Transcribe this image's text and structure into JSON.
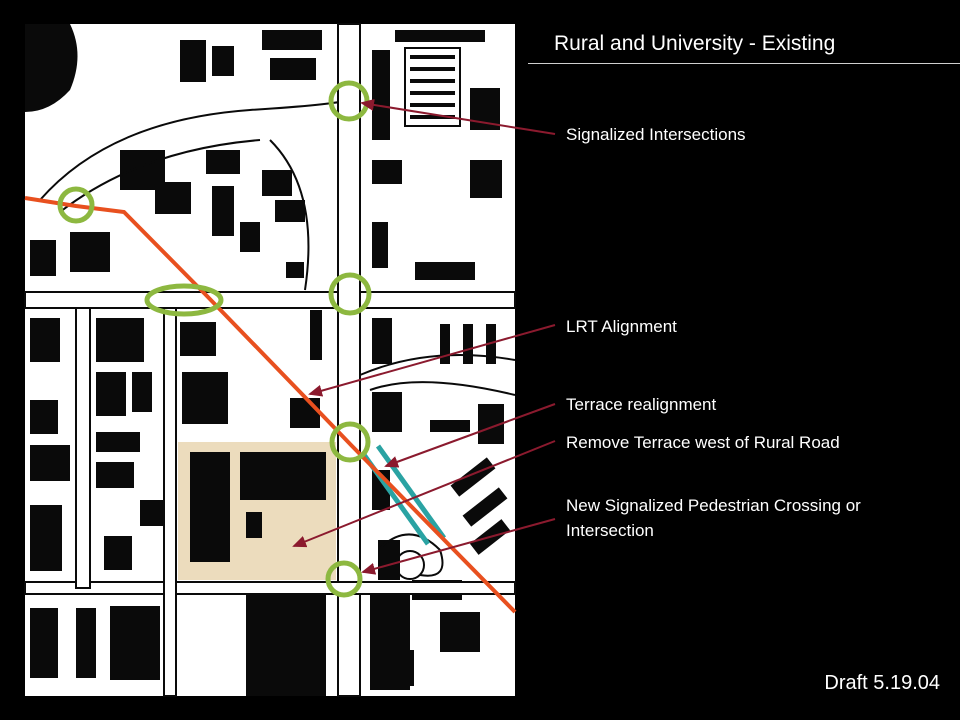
{
  "title": "Rural and University - Existing",
  "draft": "Draft 5.19.04",
  "labels": {
    "signalized_intersections": "Signalized Intersections",
    "lrt_alignment": "LRT Alignment",
    "terrace_realignment": "Terrace realignment",
    "remove_terrace": "Remove Terrace west of Rural Road",
    "new_crossing": "New Signalized Pedestrian Crossing or Intersection"
  },
  "colors": {
    "background": "#000000",
    "map_paper": "#ffffff",
    "lrt_line": "#e8501f",
    "terrace_line": "#2aa3a3",
    "intersection_circle": "#8db840",
    "removed_area": "#ecdcbd",
    "leader_arrow": "#8b1a2e",
    "building": "#0a0a0a"
  }
}
